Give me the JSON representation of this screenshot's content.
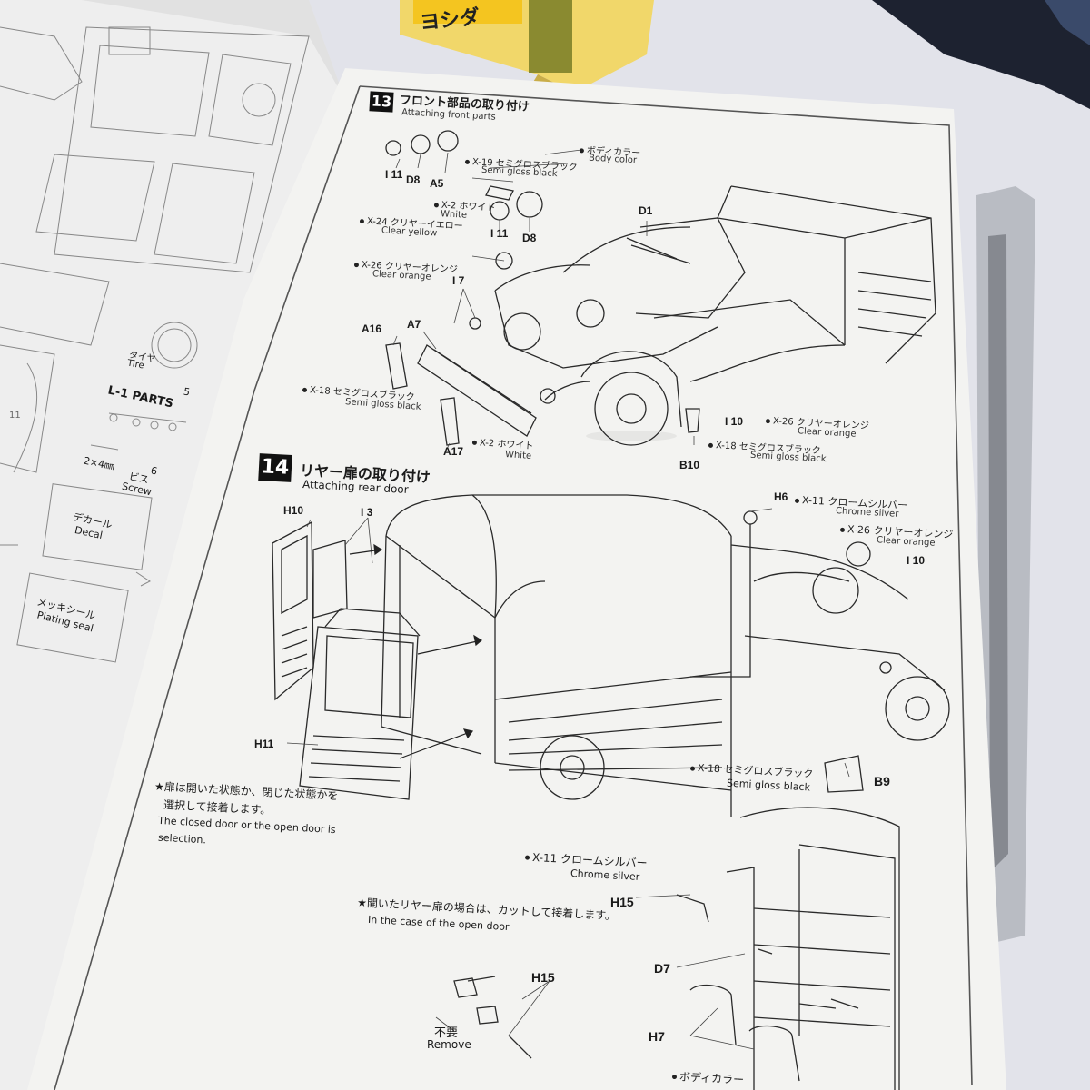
{
  "background_box": {
    "brand_text": "ヨシダ"
  },
  "left_page": {
    "tire_jp": "タイヤ",
    "tire_en": "Tire",
    "tire_qty": "5",
    "parts_heading": "L-1 PARTS",
    "screw_size": "2×4㎜",
    "screw_jp": "ビス",
    "screw_en": "Screw",
    "screw_qty": "6",
    "decal_jp": "デカール",
    "decal_en": "Decal",
    "plating_jp": "メッキシール",
    "plating_en": "Plating seal",
    "margin_number": "11"
  },
  "step13": {
    "number": "13",
    "title_jp": "フロント部品の取り付け",
    "title_en": "Attaching front parts",
    "parts": {
      "i11_a": "I 11",
      "d8_a": "D8",
      "a5": "A5",
      "i11_b": "I 11",
      "d8_b": "D8",
      "d1": "D1",
      "i7": "I 7",
      "a16": "A16",
      "a7": "A7",
      "a17": "A17",
      "i10": "I 10",
      "b10": "B10"
    },
    "colors": {
      "body_jp": "ボディカラー",
      "body_en": "Body color",
      "x19_jp": "X-19 セミグロスブラック",
      "x19_en": "Semi gloss black",
      "x2_jp": "X-2 ホワイト",
      "x2_en": "White",
      "x24_jp": "X-24 クリヤーイエロー",
      "x24_en": "Clear yellow",
      "x26_jp": "X-26 クリヤーオレンジ",
      "x26_en": "Clear orange",
      "x18_jp": "X-18 セミグロスブラック",
      "x18_en": "Semi gloss black",
      "x2b_jp": "X-2 ホワイト",
      "x2b_en": "White",
      "x26b_jp": "X-26 クリヤーオレンジ",
      "x26b_en": "Clear orange",
      "x18b_jp": "X-18 セミグロスブラック",
      "x18b_en": "Semi gloss black"
    }
  },
  "step14": {
    "number": "14",
    "title_jp": "リヤー扉の取り付け",
    "title_en": "Attaching rear door",
    "parts": {
      "h10": "H10",
      "i3": "I 3",
      "h11": "H11",
      "h6": "H6",
      "i10": "I 10",
      "b9": "B9",
      "h15_a": "H15",
      "d7": "D7",
      "h7": "H7",
      "h15_b": "H15"
    },
    "colors": {
      "x11_jp": "X-11 クロームシルバー",
      "x11_en": "Chrome silver",
      "x26_jp": "X-26 クリヤーオレンジ",
      "x26_en": "Clear orange",
      "x18_jp": "X-18 セミグロスブラック",
      "x18_en": "Semi gloss black",
      "x11b_jp": "X-11 クロームシルバー",
      "x11b_en": "Chrome silver",
      "body_jp": "ボディカラー"
    },
    "note1_jp_line1": "★扉は開いた状態か、閉じた状態かを",
    "note1_jp_line2": "選択して接着します。",
    "note1_en_line1": "The closed door or the open door is",
    "note1_en_line2": "selection.",
    "note2_jp": "★開いたリヤー扉の場合は、カットして接着します。",
    "note2_en": "In the case of the open door",
    "remove_jp": "不要",
    "remove_en": "Remove"
  }
}
